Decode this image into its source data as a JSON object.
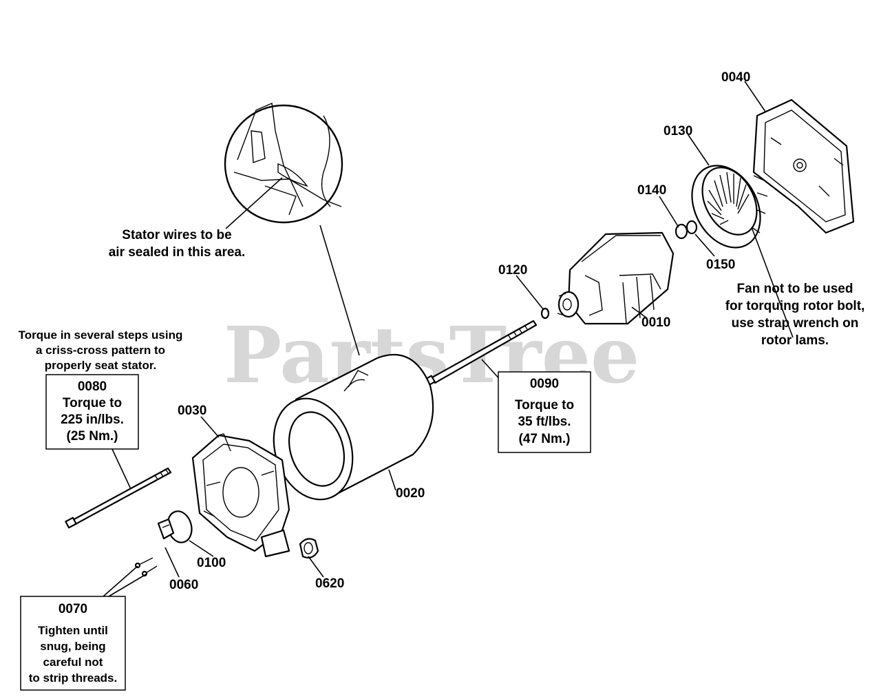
{
  "watermark": "PartsTree",
  "labels": {
    "p0010": "0010",
    "p0020": "0020",
    "p0030": "0030",
    "p0040": "0040",
    "p0060": "0060",
    "p0100": "0100",
    "p0120": "0120",
    "p0130": "0130",
    "p0140": "0140",
    "p0150": "0150",
    "p0620": "0620"
  },
  "notes": {
    "stator_wires": [
      "Stator wires to be",
      "air sealed in this area."
    ],
    "torque_steps": [
      "Torque in several steps using",
      "a criss-cross pattern to",
      "properly seat stator."
    ],
    "fan": [
      "Fan not to be used",
      "for torquing rotor bolt,",
      "use strap wrench on",
      "rotor lams."
    ]
  },
  "boxes": {
    "b0080": {
      "number": "0080",
      "lines": [
        "Torque to",
        "225 in/lbs.",
        "(25 Nm.)"
      ]
    },
    "b0090": {
      "number": "0090",
      "lines": [
        "Torque to",
        "35 ft/lbs.",
        "(47 Nm.)"
      ]
    },
    "b0070": {
      "number": "0070",
      "lines": [
        "Tighten until",
        "snug, being",
        "careful not",
        "to strip threads."
      ]
    }
  }
}
